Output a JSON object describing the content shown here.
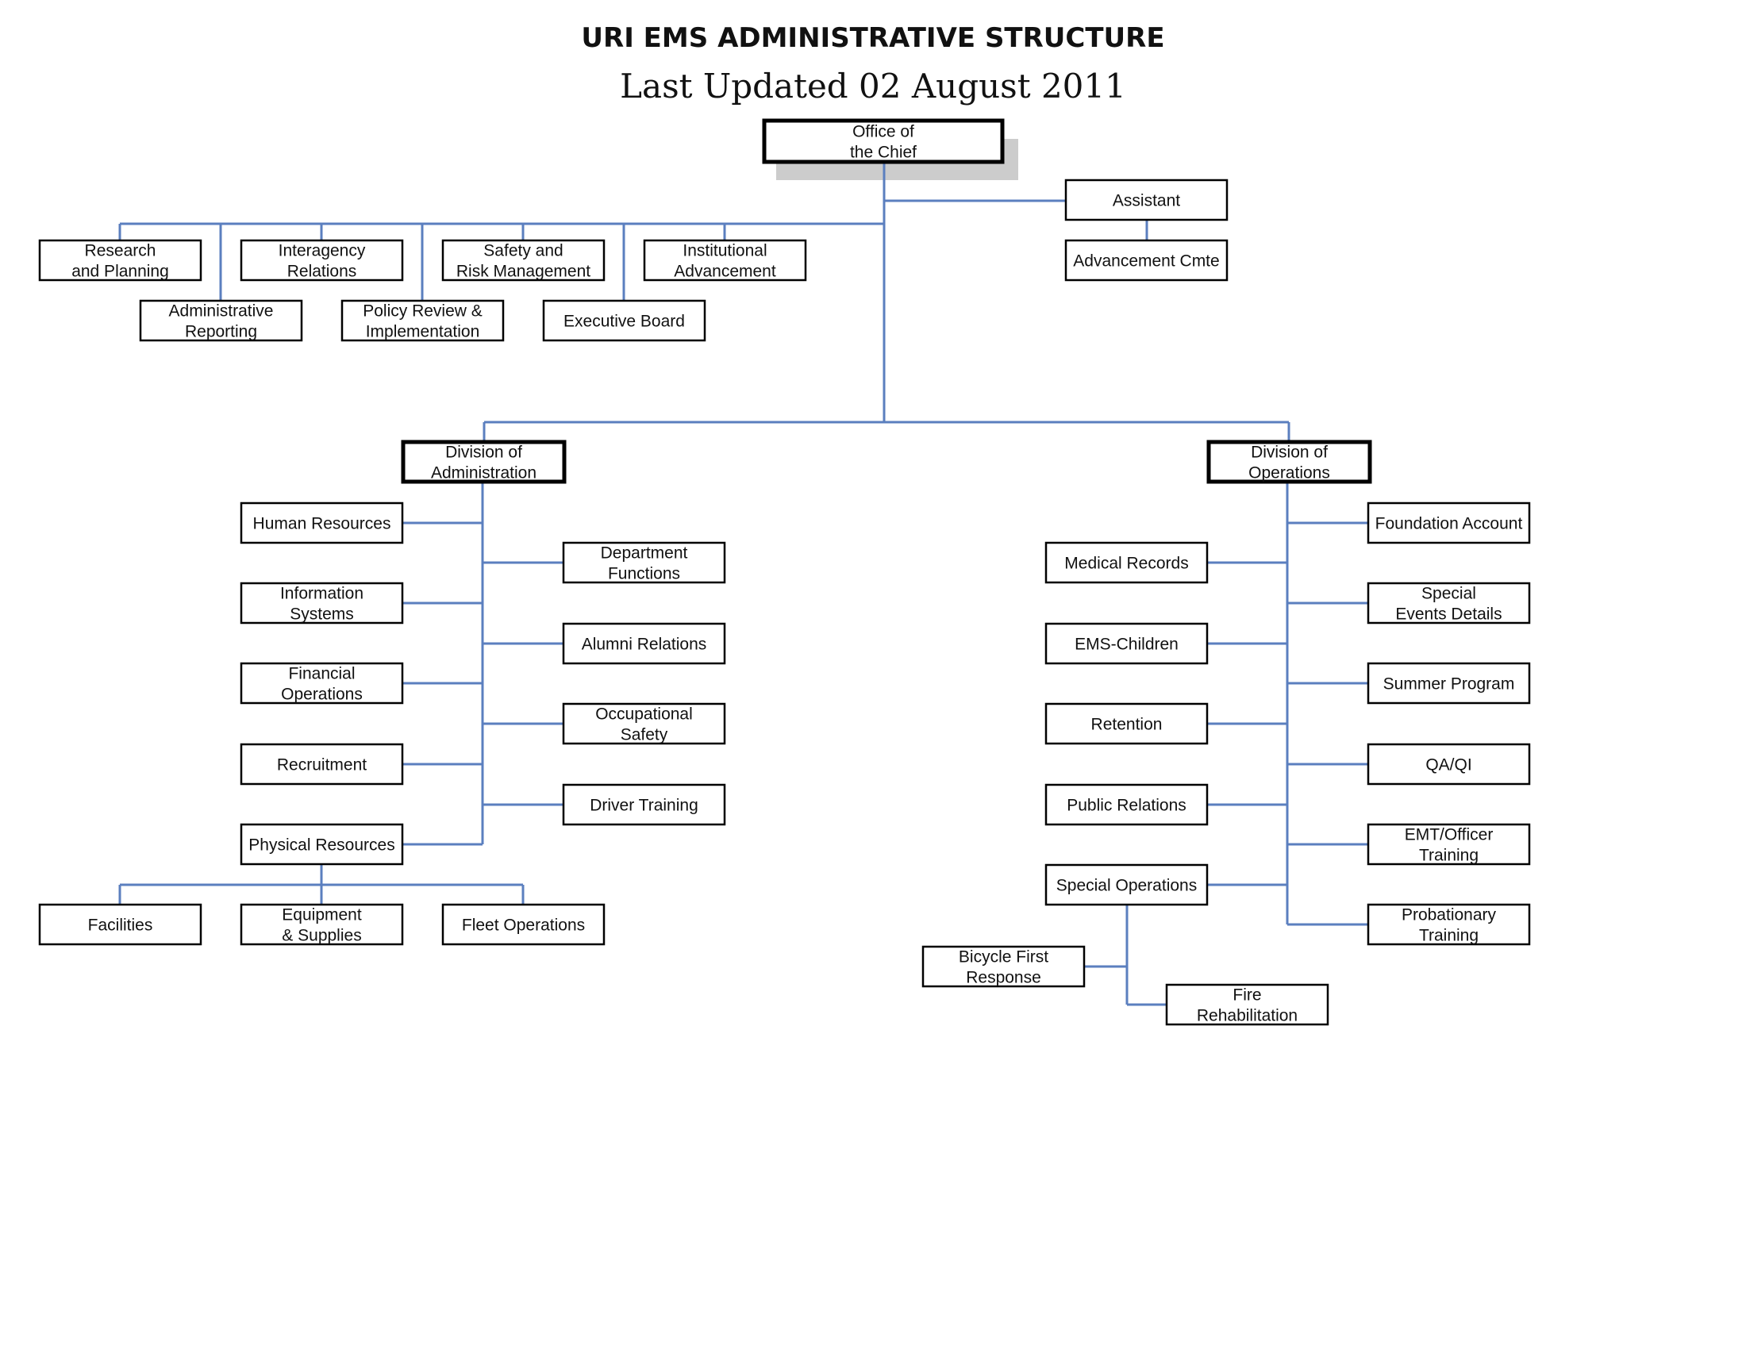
{
  "title": "URI EMS ADMINISTRATIVE STRUCTURE",
  "subtitle": "Last Updated 02 August 2011",
  "colors": {
    "connector": "#5b7fbf",
    "box_border": "#000000",
    "shadow": "#cccccc",
    "text": "#111111"
  },
  "nodes": {
    "chief": "Office of the Chief",
    "assistant": "Assistant",
    "advancement_cmte": "Advancement Cmte",
    "research_planning": "Research and Planning",
    "interagency": "Interagency Relations",
    "safety_risk": "Safety and Risk Management",
    "institutional_adv": "Institutional Advancement",
    "admin_reporting": "Administrative Reporting",
    "policy_review": "Policy Review & Implementation",
    "executive_board": "Executive Board",
    "div_admin": "Division of Administration",
    "div_ops": "Division of Operations",
    "human_resources": "Human Resources",
    "information_systems": "Information Systems",
    "financial_operations": "Financial Operations",
    "recruitment": "Recruitment",
    "physical_resources": "Physical Resources",
    "department_functions": "Department Functions",
    "alumni_relations": "Alumni Relations",
    "occupational_safety": "Occupational Safety",
    "driver_training": "Driver Training",
    "facilities": "Facilities",
    "equipment_supplies": "Equipment & Supplies",
    "fleet_operations": "Fleet Operations",
    "medical_records": "Medical Records",
    "ems_children": "EMS-Children",
    "retention": "Retention",
    "public_relations": "Public Relations",
    "special_operations": "Special Operations",
    "bicycle_first_response": "Bicycle First Response",
    "fire_rehabilitation": "Fire Rehabilitation",
    "foundation_account": "Foundation Account",
    "special_events": "Special Events Details",
    "summer_program": "Summer Program",
    "qa_qi": "QA/QI",
    "emt_officer_training": "EMT/Officer Training",
    "probationary_training": "Probationary Training"
  }
}
